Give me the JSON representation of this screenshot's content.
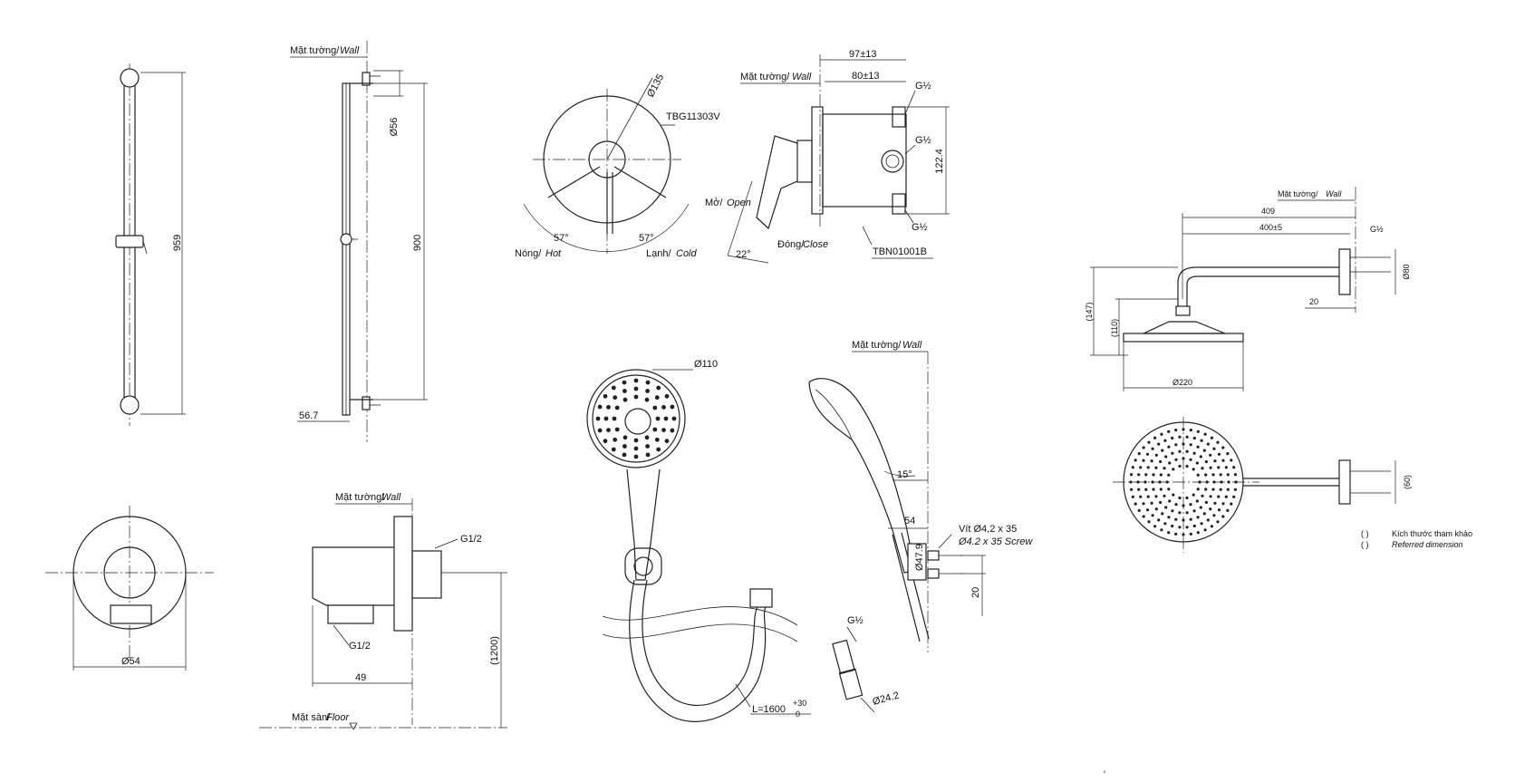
{
  "slide_bar": {
    "height": "959",
    "length": "900",
    "bracket": "Ø56",
    "offset": "56.7",
    "wall": "Mặt tường/",
    "wall_en": "Wall"
  },
  "mixer_valve": {
    "plate": "Ø135",
    "model": "TBG11303V",
    "hot": "Nóng/",
    "hot_en": "Hot",
    "cold": "Lạnh/",
    "cold_en": "Cold",
    "angle_hot": "57°",
    "angle_cold": "57°"
  },
  "valve_body": {
    "wall": "Mặt tường/",
    "wall_en": "Wall",
    "depth_total": "97±13",
    "depth_body": "80±13",
    "thread_top": "G½",
    "thread_mid": "G½",
    "thread_bot": "G½",
    "height": "122.4",
    "open": "Mở/",
    "open_en": "Open",
    "close": "Đóng/",
    "close_en": "Close",
    "angle": "22°",
    "model": "TBN01001B"
  },
  "overhead": {
    "wall": "Mặt tường/",
    "wall_en": "Wall",
    "arm": "409",
    "arm_adj": "400±5",
    "thread": "G½",
    "drop_total": "(147)",
    "drop": "(110)",
    "flange": "Ø80",
    "wall_gap": "20",
    "head_dia": "Ø220",
    "flange2": "(60)",
    "note_vn": "Kích thước tham khảo",
    "note_en": "Referred dimension",
    "paren": "(       )"
  },
  "outlet_elbow": {
    "dia": "Ø54",
    "wall": "Mặt tường/",
    "wall_en": "Wall",
    "thread_top": "G1/2",
    "thread_bot": "G1/2",
    "depth": "49",
    "height": "(1200)",
    "floor": "Mặt sàn/",
    "floor_en": "Floor"
  },
  "hand_shower": {
    "dia": "Ø110",
    "hose": "L=1600",
    "tol_up": "+30",
    "tol_dn": "0",
    "wall": "Mặt tường/",
    "wall_en": "Wall",
    "angle": "15°",
    "reach": "54",
    "screw_vn": "Vít Ø4,2 x 35",
    "screw_en": "Ø4.2 x 35 Screw",
    "holder_dia": "Ø47.9",
    "holder_off": "20",
    "nut": "G½",
    "nut_dia": "Ø24.2"
  }
}
